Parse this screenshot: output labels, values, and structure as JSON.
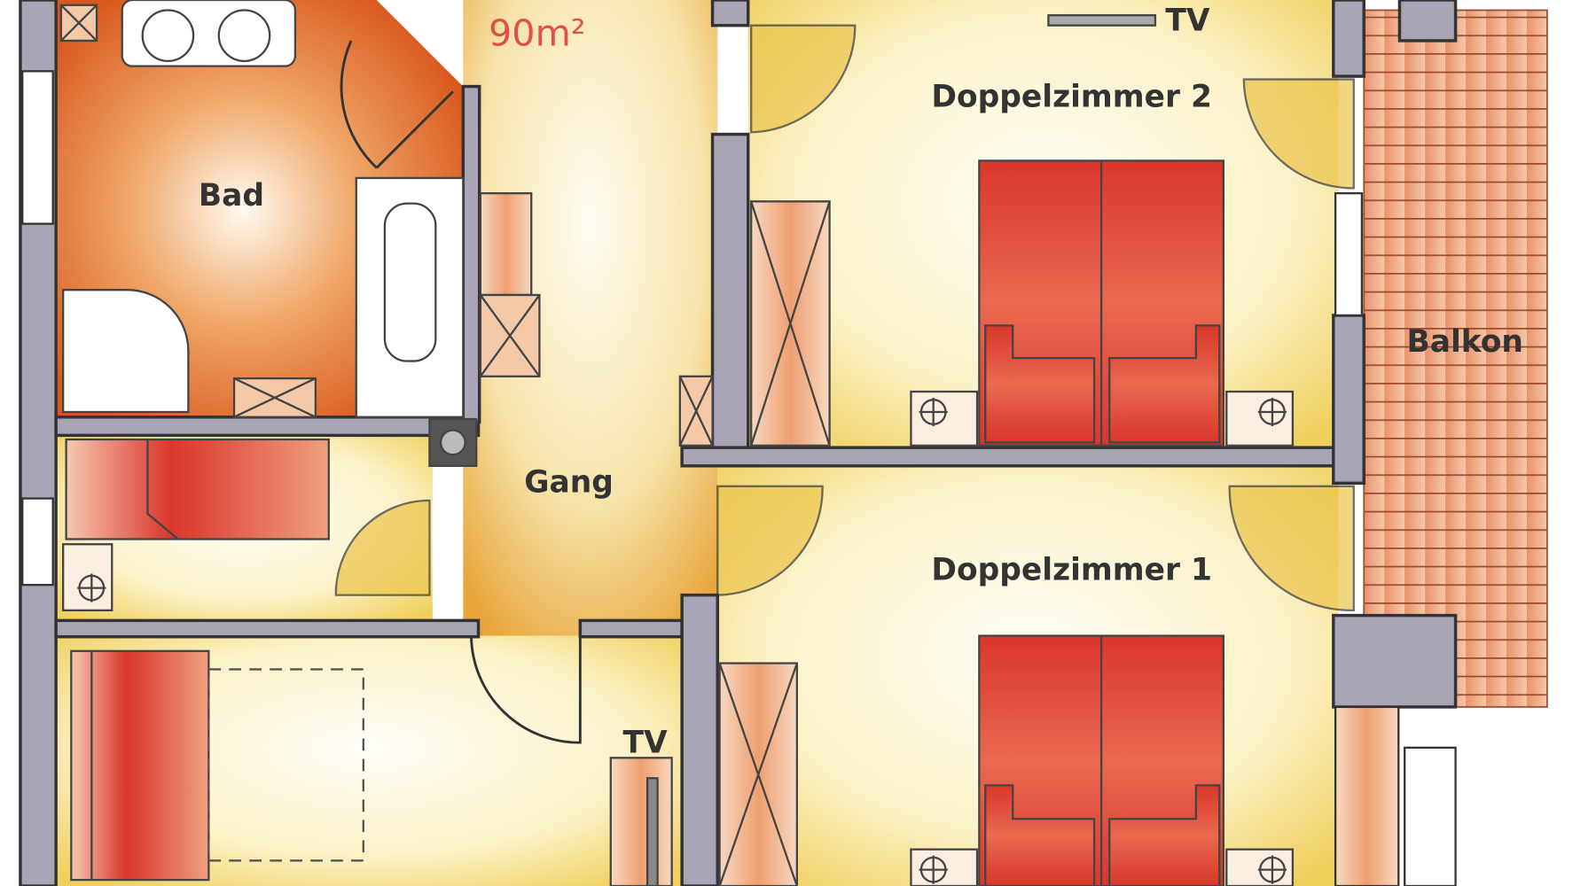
{
  "plan": {
    "total_area": "90m²",
    "rooms": {
      "bath": "Bad",
      "hallway": "Gang",
      "double_room_2": "Doppelzimmer 2",
      "double_room_1": "Doppelzimmer 1",
      "balcony": "Balkon"
    },
    "tv_label_top": "TV",
    "tv_label_bottom": "TV"
  },
  "colors": {
    "bath": "#e0622a",
    "bed": "#d83a2a",
    "door_swing": "#ecc44a",
    "wall": "#a9a4b6",
    "area_text": "#e0504a"
  }
}
